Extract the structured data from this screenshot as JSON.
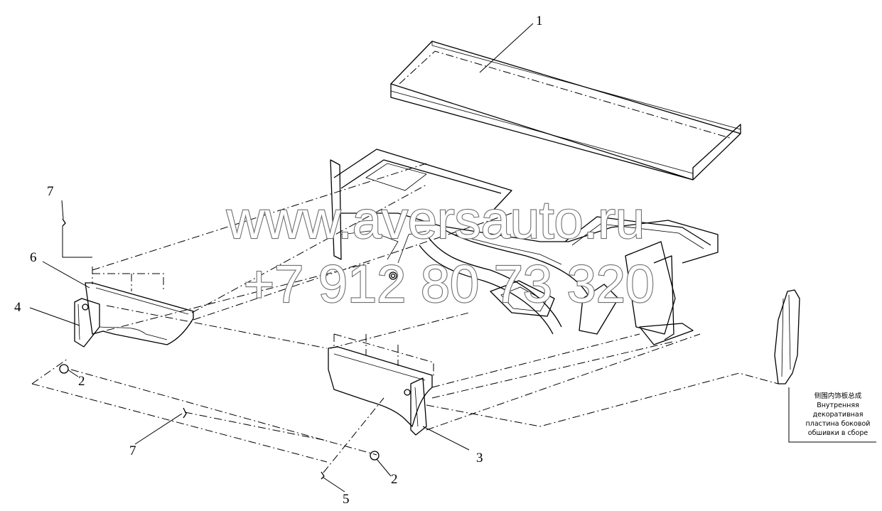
{
  "callouts": {
    "c1": "1",
    "c2a": "2",
    "c2b": "2",
    "c3": "3",
    "c4": "4",
    "c5": "5",
    "c6": "6",
    "c7a": "7",
    "c7b": "7"
  },
  "watermark": {
    "url": "www.aversauto.ru",
    "phone": "+7 912 80 73 320"
  },
  "side_note": {
    "chinese": "侧围内饰板总成",
    "line1": "Внутренняя",
    "line2": "декоративная",
    "line3": "пластина боковой",
    "line4": "обшивки в сборе"
  }
}
